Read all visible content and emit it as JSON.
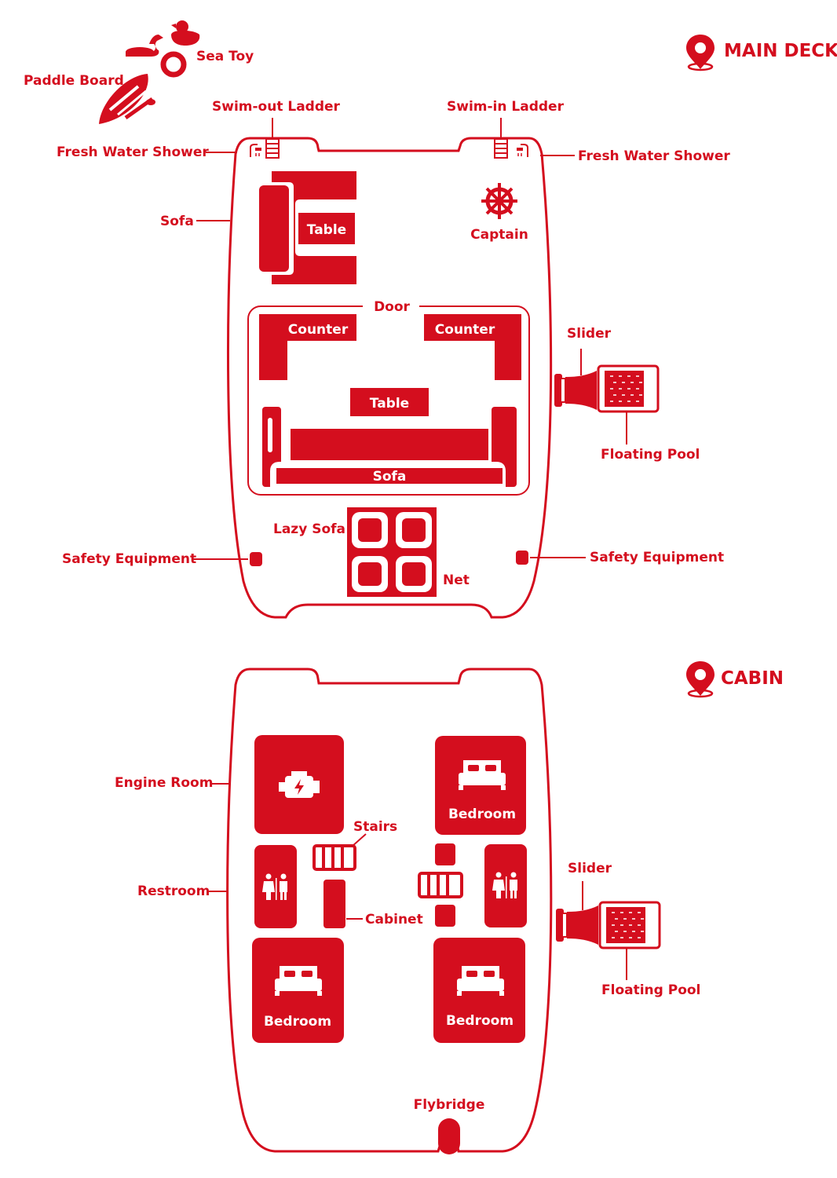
{
  "colors": {
    "accent": "#d40e1e",
    "background": "#ffffff",
    "inner": "#ffffff"
  },
  "main_deck": {
    "title": "MAIN DECK",
    "icon": "location-pin-icon",
    "labels": {
      "sea_toy": "Sea Toy",
      "paddle_board": "Paddle Board",
      "swim_out_ladder": "Swim-out Ladder",
      "swim_in_ladder": "Swim-in Ladder",
      "shower_left": "Fresh Water Shower",
      "shower_right": "Fresh Water Shower",
      "sofa_left": "Sofa",
      "table_top": "Table",
      "captain": "Captain",
      "door": "Door",
      "counter_left": "Counter",
      "counter_right": "Counter",
      "table_mid": "Table",
      "sofa_bottom": "Sofa",
      "slider": "Slider",
      "floating_pool": "Floating Pool",
      "lazy_sofa": "Lazy Sofa",
      "net": "Net",
      "safety_left": "Safety Equipment",
      "safety_right": "Safety Equipment"
    }
  },
  "cabin": {
    "title": "CABIN",
    "icon": "location-pin-icon",
    "labels": {
      "engine_room": "Engine Room",
      "bedroom_tr": "Bedroom",
      "stairs": "Stairs",
      "restroom": "Restroom",
      "cabinet": "Cabinet",
      "bedroom_bl": "Bedroom",
      "bedroom_br": "Bedroom",
      "slider": "Slider",
      "floating_pool": "Floating Pool",
      "flybridge": "Flybridge"
    }
  }
}
